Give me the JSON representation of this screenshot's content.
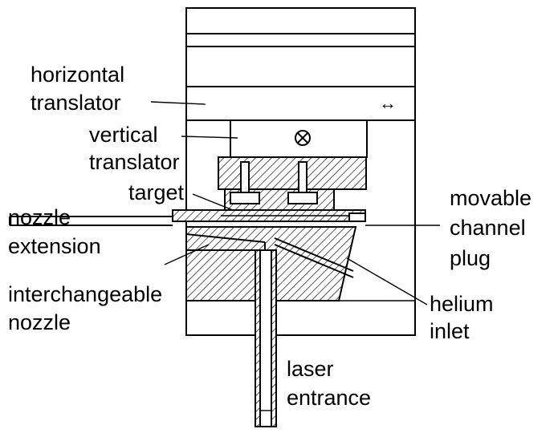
{
  "labels": {
    "horizontal_translator_line1": "horizontal",
    "horizontal_translator_line2": "translator",
    "vertical_translator_line1": "vertical",
    "vertical_translator_line2": "translator",
    "target": "target",
    "nozzle_extension_line1": "nozzle",
    "nozzle_extension_line2": "extension",
    "interchangeable_nozzle_line1": "interchangeable",
    "interchangeable_nozzle_line2": "nozzle",
    "movable_channel_plug_line1": "movable",
    "movable_channel_plug_line2": "channel",
    "movable_channel_plug_line3": "plug",
    "helium_inlet_line1": "helium",
    "helium_inlet_line2": "inlet",
    "laser_entrance_line1": "laser",
    "laser_entrance_line2": "entrance"
  },
  "symbols": {
    "horizontal_arrow": "↔"
  },
  "icons": {
    "vertical_motion": "circled-x-icon",
    "horizontal_motion": "double-arrow-icon"
  },
  "colors": {
    "line": "#000000",
    "background": "#ffffff"
  }
}
